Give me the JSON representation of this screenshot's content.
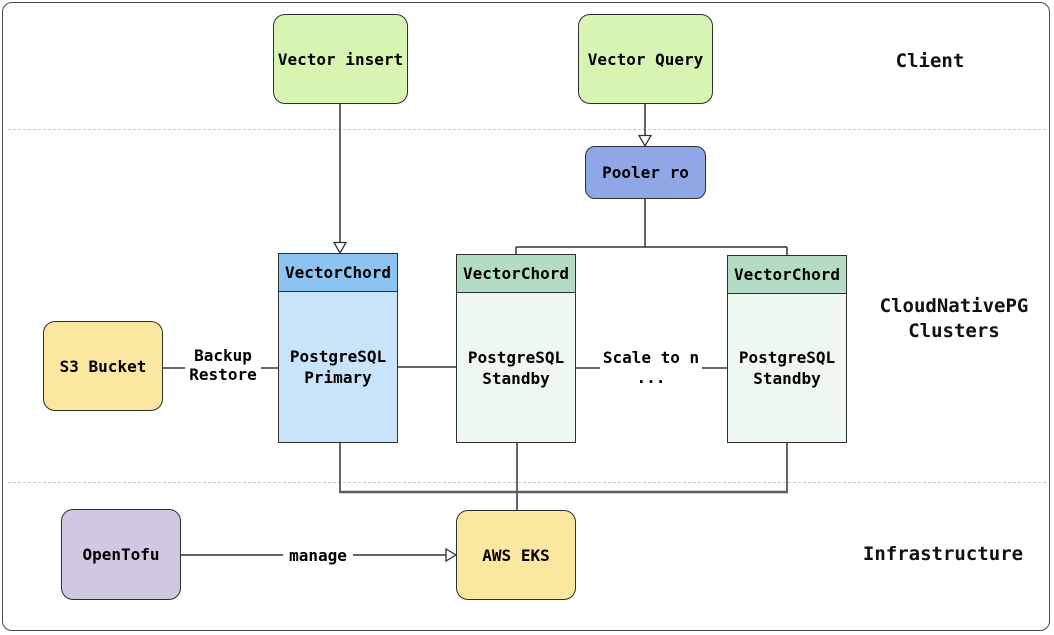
{
  "sections": {
    "client": {
      "label": "Client"
    },
    "clusters": {
      "line1": "CloudNativePG",
      "line2": "Clusters"
    },
    "infrastructure": {
      "label": "Infrastructure"
    }
  },
  "nodes": {
    "vector_insert": {
      "label": "Vector insert"
    },
    "vector_query": {
      "label": "Vector Query"
    },
    "pooler": {
      "label": "Pooler ro"
    },
    "primary": {
      "header": "VectorChord",
      "line1": "PostgreSQL",
      "line2": "Primary"
    },
    "standby1": {
      "header": "VectorChord",
      "line1": "PostgreSQL",
      "line2": "Standby"
    },
    "standby2": {
      "header": "VectorChord",
      "line1": "PostgreSQL",
      "line2": "Standby"
    },
    "s3": {
      "label": "S3 Bucket"
    },
    "opentofu": {
      "label": "OpenTofu"
    },
    "aws_eks": {
      "label": "AWS EKS"
    }
  },
  "edges": {
    "backup_restore": {
      "line1": "Backup",
      "line2": "Restore"
    },
    "scale": {
      "line1": "Scale to n",
      "line2": "..."
    },
    "manage": {
      "label": "manage"
    }
  },
  "colors": {
    "client_node": "#d7f4b2",
    "pooler_node": "#90a7e7",
    "primary_header": "#8dc3f1",
    "primary_body": "#c9e4fa",
    "standby_header": "#b4dcc4",
    "standby_body": "#eef8f1",
    "storage_node": "#fce7a1",
    "opentofu_node": "#d0c7e2",
    "edge_stroke": "#333333",
    "border": "#4a4a4a"
  }
}
